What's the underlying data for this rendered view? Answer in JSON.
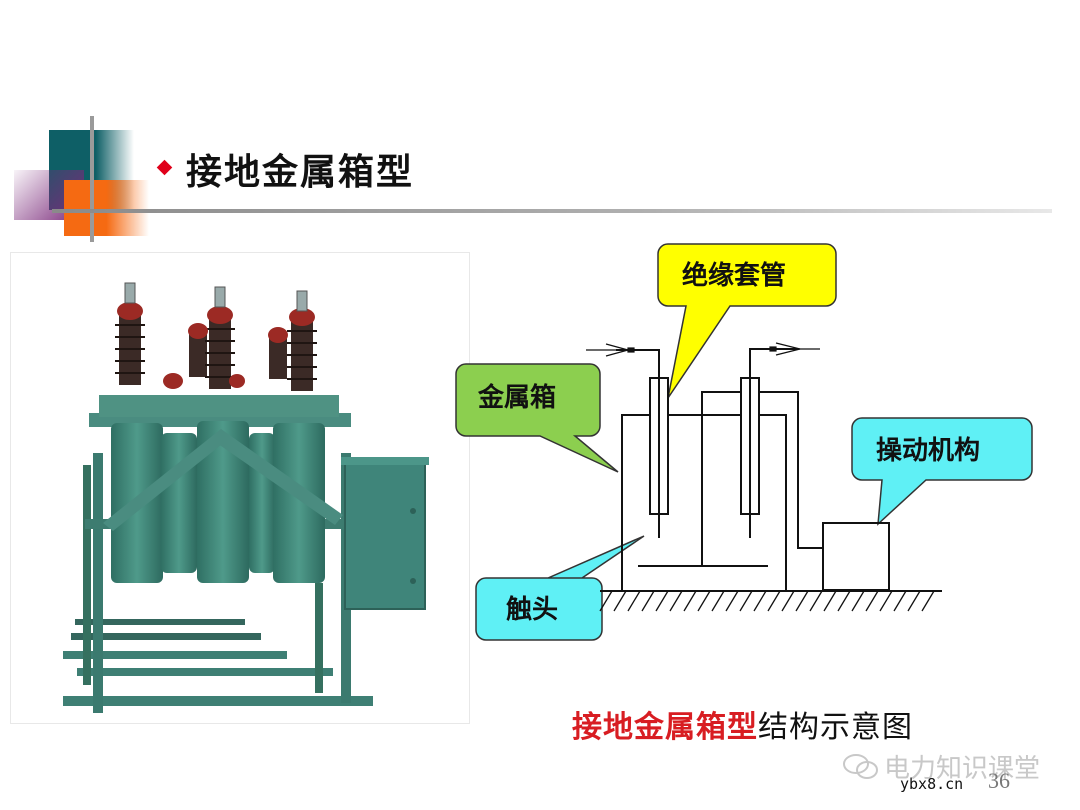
{
  "slide": {
    "title": "接地金属箱型",
    "page_number": "36",
    "caption": {
      "highlight": "接地金属箱型",
      "rest": "结构示意图"
    },
    "watermark": "电力知识课堂",
    "site": "ybx8.cn"
  },
  "photo": {
    "description": "outdoor vacuum circuit breaker on green steel frame with three phases of brown porcelain insulators and side control cabinet"
  },
  "diagram": {
    "callouts": [
      {
        "id": "bushing",
        "label": "绝缘套管",
        "color": "#ffff00"
      },
      {
        "id": "metal-box",
        "label": "金属箱",
        "color": "#8ccf4f"
      },
      {
        "id": "mechanism",
        "label": "操动机构",
        "color": "#5ff0f5"
      },
      {
        "id": "contact",
        "label": "触头",
        "color": "#5ff0f5"
      }
    ]
  },
  "colors": {
    "title_bullet": "#e0001a",
    "caption_red": "#d81d22",
    "teal": "#0e5f66",
    "orange": "#f56a12",
    "purple": "#7a2a7a"
  }
}
